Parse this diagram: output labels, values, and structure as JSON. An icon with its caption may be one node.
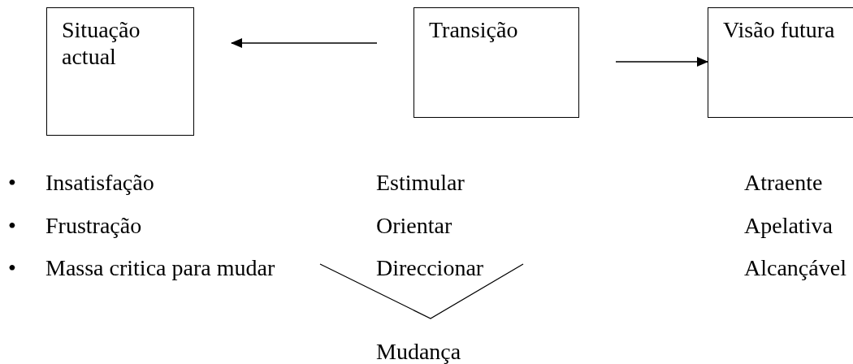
{
  "diagram": {
    "nodes": [
      {
        "text": [
          "Situação actual"
        ]
      },
      {
        "text": [
          "Transição"
        ]
      },
      {
        "text": [
          "Visão futura"
        ]
      }
    ],
    "edges": [
      {
        "from": 1,
        "to": 0,
        "arrow": "to"
      },
      {
        "from": 1,
        "to": 2,
        "arrow": "to"
      }
    ],
    "labels": [
      "•",
      "Insatisfação",
      "Estimular",
      "Atraente",
      "•",
      "Frustração",
      "Orientar",
      "Apelativa",
      "•",
      "Massa critica para mudar",
      "Direccionar",
      "Alcançável",
      "Mudança"
    ]
  }
}
